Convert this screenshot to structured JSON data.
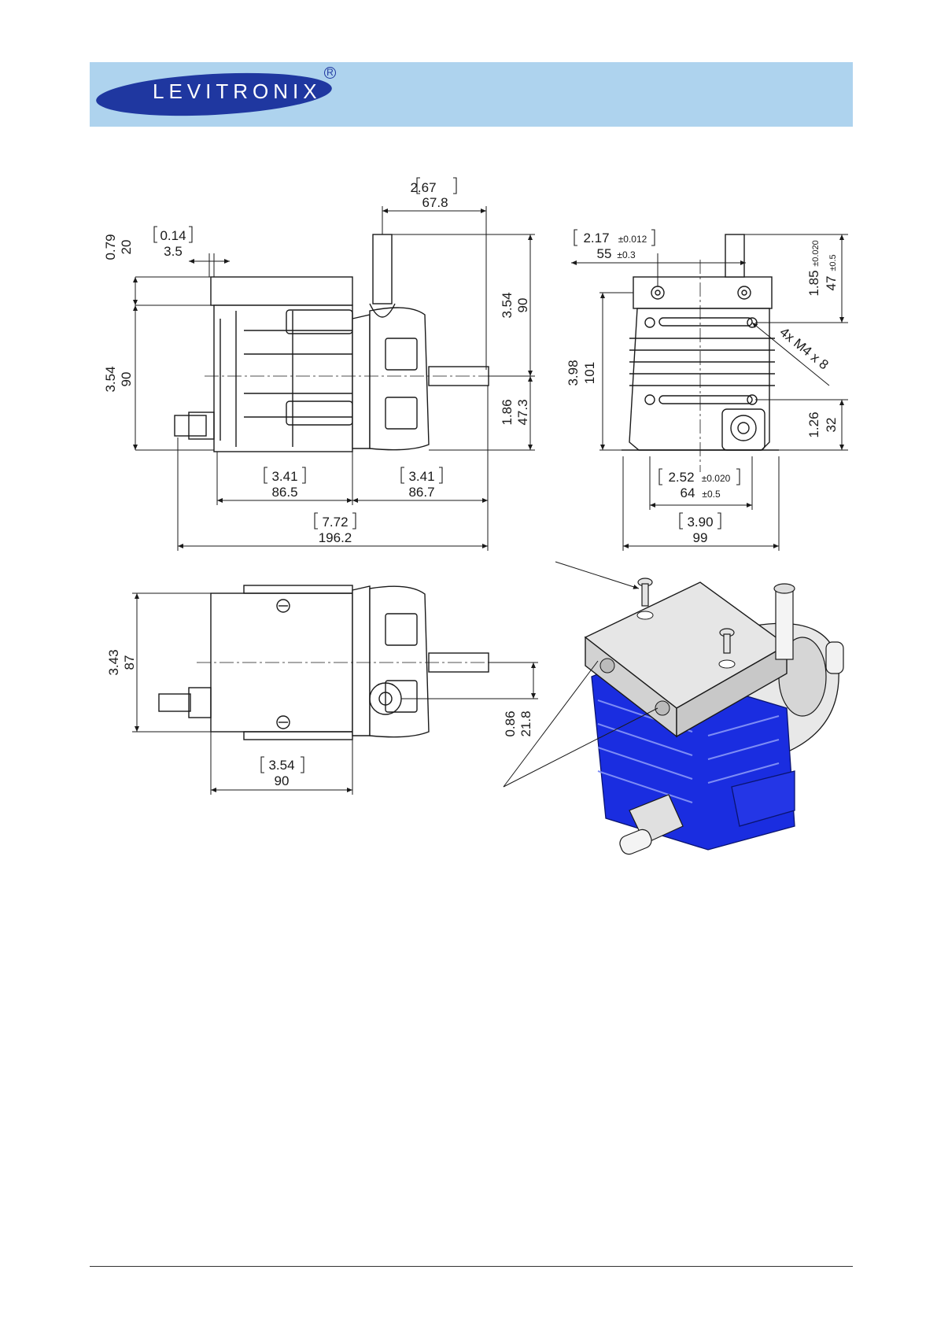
{
  "header": {
    "brand": "LEVITRONIX",
    "reg": "R",
    "brand_color": "#1f37a0",
    "band_color": "#aed3ee"
  },
  "dims": {
    "top_width_in": "2.67",
    "top_width_mm": "67.8",
    "flange_in": "0.79",
    "flange_mm": "20",
    "offset_in": "0.14",
    "offset_mm": "3.5",
    "left_height_in": "3.54",
    "left_height_mm": "90",
    "right_height_in": "3.54",
    "right_height_mm": "90",
    "outlet_in": "1.86",
    "outlet_mm": "47.3",
    "base_left_in": "3.41",
    "base_left_mm": "86.5",
    "base_right_in": "3.41",
    "base_right_mm": "86.7",
    "total_len_in": "7.72",
    "total_len_mm": "196.2",
    "hole_pitch_in": "2.17",
    "hole_pitch_tol_in": "±0.012",
    "hole_pitch_mm": "55",
    "hole_pitch_tol_mm": "±0.3",
    "end_height_in": "3.98",
    "end_height_mm": "101",
    "screw_label": "4x M4 x 8",
    "upper_in": "1.85",
    "upper_tol_in": "±0.020",
    "upper_mm": "47",
    "upper_tol_mm": "±0.5",
    "lower_in": "1.26",
    "lower_mm": "32",
    "foot_pitch_in": "2.52",
    "foot_pitch_tol_in": "±0.020",
    "foot_pitch_mm": "64",
    "foot_pitch_tol_mm": "±0.5",
    "foot_width_in": "3.90",
    "foot_width_mm": "99",
    "top_view_height_in": "3.43",
    "top_view_height_mm": "87",
    "inlet_in": "0.86",
    "inlet_mm": "21.8",
    "top_view_width_in": "3.54",
    "top_view_width_mm": "90"
  },
  "colors": {
    "housing_3d": "#1a2de0",
    "plate_3d": "#e6e6e6",
    "line": "#1a1a1a"
  }
}
